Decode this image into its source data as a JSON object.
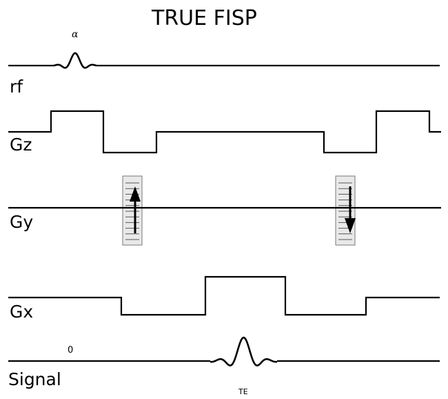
{
  "diagram": {
    "title": "TRUE FISP",
    "rows": {
      "rf": {
        "label": "rf",
        "pulse_label": "α"
      },
      "gz": {
        "label": "Gz"
      },
      "gy": {
        "label": "Gy"
      },
      "gx": {
        "label": "Gx"
      },
      "signal": {
        "label": "Signal",
        "origin_label": "0",
        "echo_label": "TE"
      }
    }
  }
}
